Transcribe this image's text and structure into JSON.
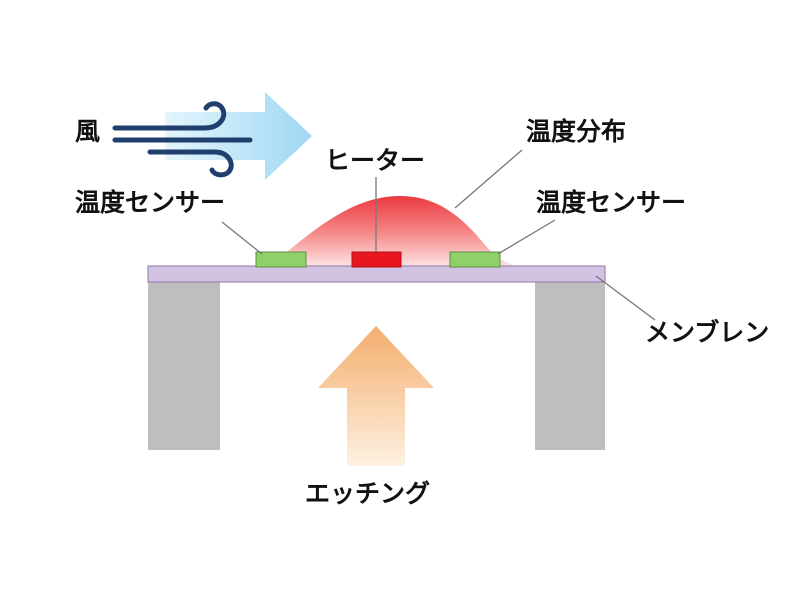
{
  "labels": {
    "wind": "風",
    "heater": "ヒーター",
    "temperature_distribution": "温度分布",
    "sensor_left": "温度センサー",
    "sensor_right": "温度センサー",
    "membrane": "メンブレン",
    "etching": "エッチング"
  },
  "colors": {
    "membrane": "#d2c3e3",
    "support": "#bebebe",
    "heater": "#e8161e",
    "sensor": "#8fd06a",
    "heat_distribution": "#ee3b3b",
    "wind_arrow": "#a9dcf5",
    "wind_lines": "#1f3f6e",
    "etching_arrow": "#f6b97c"
  },
  "icons": [
    "wind-icon",
    "wind-arrow",
    "etching-arrow"
  ]
}
